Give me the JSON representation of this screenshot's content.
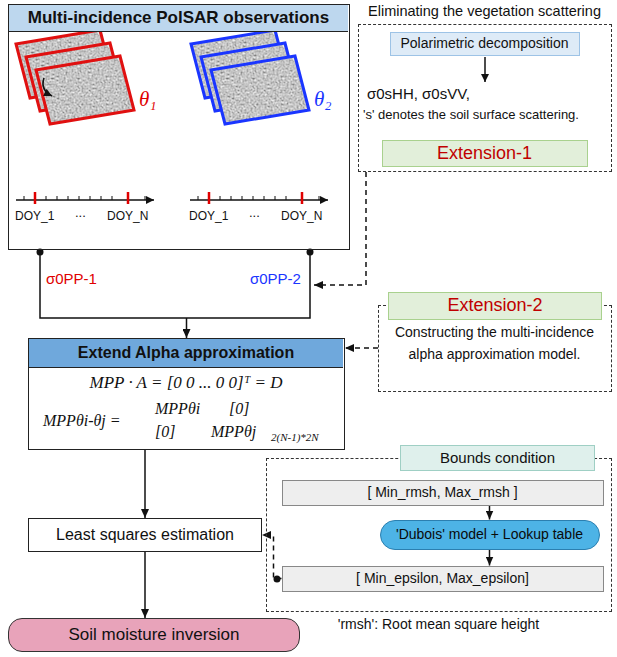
{
  "diagram": {
    "nodes": [
      {
        "text": [
          "Multi-incidence PolSAR observations",
          "θ₁",
          "DOY_1",
          "...",
          "DOY_N",
          "θ₂",
          "DOY_1",
          "...",
          "DOY_N"
        ]
      },
      {
        "text": [
          "Eliminating the vegetation scattering",
          "σ0sHH, σ0sVV,",
          "'s' denotes the soil surface scattering."
        ]
      },
      {
        "text": [
          "Polarimetric decomposition"
        ],
        "in": 1
      },
      {
        "text": [
          "Extension-1"
        ],
        "in": 1
      },
      {
        "text": [
          "Extension-2"
        ]
      },
      {
        "text": [
          "Constructing the multi-incidence alpha approximation model."
        ]
      },
      {
        "text": [
          "Extend Alpha approximation",
          "MPP · A = [0 0 ... 0 0]ᵀ = D",
          "MPPθi-θj =",
          "MPPθi",
          "[0]",
          "[0]",
          "MPPθj",
          "2(N-1)*2N"
        ]
      },
      {
        "text": [
          "Bounds condition"
        ]
      },
      {
        "text": [
          "'rmsh': Root mean square height"
        ]
      },
      {
        "text": [
          "[ Min_rmsh, Max_rmsh ]"
        ],
        "in": 8
      },
      {
        "text": [
          "'Dubois' model + Lookup table"
        ],
        "in": 8
      },
      {
        "text": [
          "[ Min_epsilon, Max_epsilon]"
        ],
        "in": 8
      },
      {
        "text": [
          "Least squares estimation"
        ]
      },
      {
        "text": [
          "Soil moisture inversion"
        ]
      }
    ],
    "edges": [
      {
        "from": 0,
        "to": 6,
        "arrow": "to"
      },
      {
        "from": 1,
        "to": 0,
        "arrow": "to"
      },
      {
        "from": 5,
        "to": 6,
        "arrow": "to"
      },
      {
        "from": 9,
        "to": 10,
        "arrow": "to"
      },
      {
        "from": 10,
        "to": 11,
        "arrow": "to"
      },
      {
        "from": 11,
        "to": 12,
        "arrow": "to"
      },
      {
        "from": 6,
        "to": 12,
        "arrow": "to"
      },
      {
        "from": 12,
        "to": 13,
        "arrow": "to"
      }
    ],
    "labels": [
      "σ0PP-1",
      "σ0PP-2"
    ]
  }
}
